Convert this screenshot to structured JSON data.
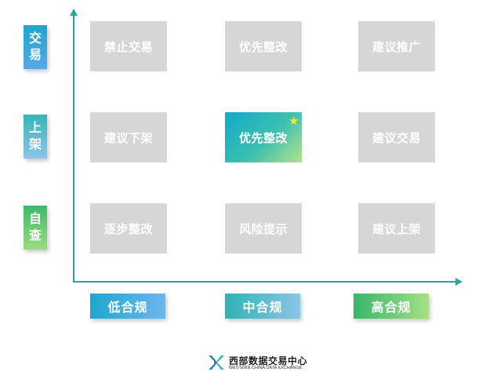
{
  "y_axis": {
    "labels": [
      "交易",
      "上架",
      "自查"
    ]
  },
  "x_axis": {
    "labels": [
      "低合规",
      "中合规",
      "高合规"
    ]
  },
  "grid": [
    [
      "禁止交易",
      "优先整改",
      "建议推广"
    ],
    [
      "建议下架",
      "优先整改",
      "建议交易"
    ],
    [
      "逐步整改",
      "风险提示",
      "建议上架"
    ]
  ],
  "highlight": {
    "row": 1,
    "col": 1,
    "marker": "star-icon"
  },
  "colors": {
    "axis": "#2aa59c",
    "cell": "#d6d6d6",
    "highlight_start": "#12a9c9",
    "highlight_end": "#b5e08a",
    "star": "#f4e72f"
  },
  "footer": {
    "name": "西部数据交易中心",
    "name_en": "WESTERN CHINA DATA EXCHANGE",
    "logo": "x-logo-icon"
  }
}
